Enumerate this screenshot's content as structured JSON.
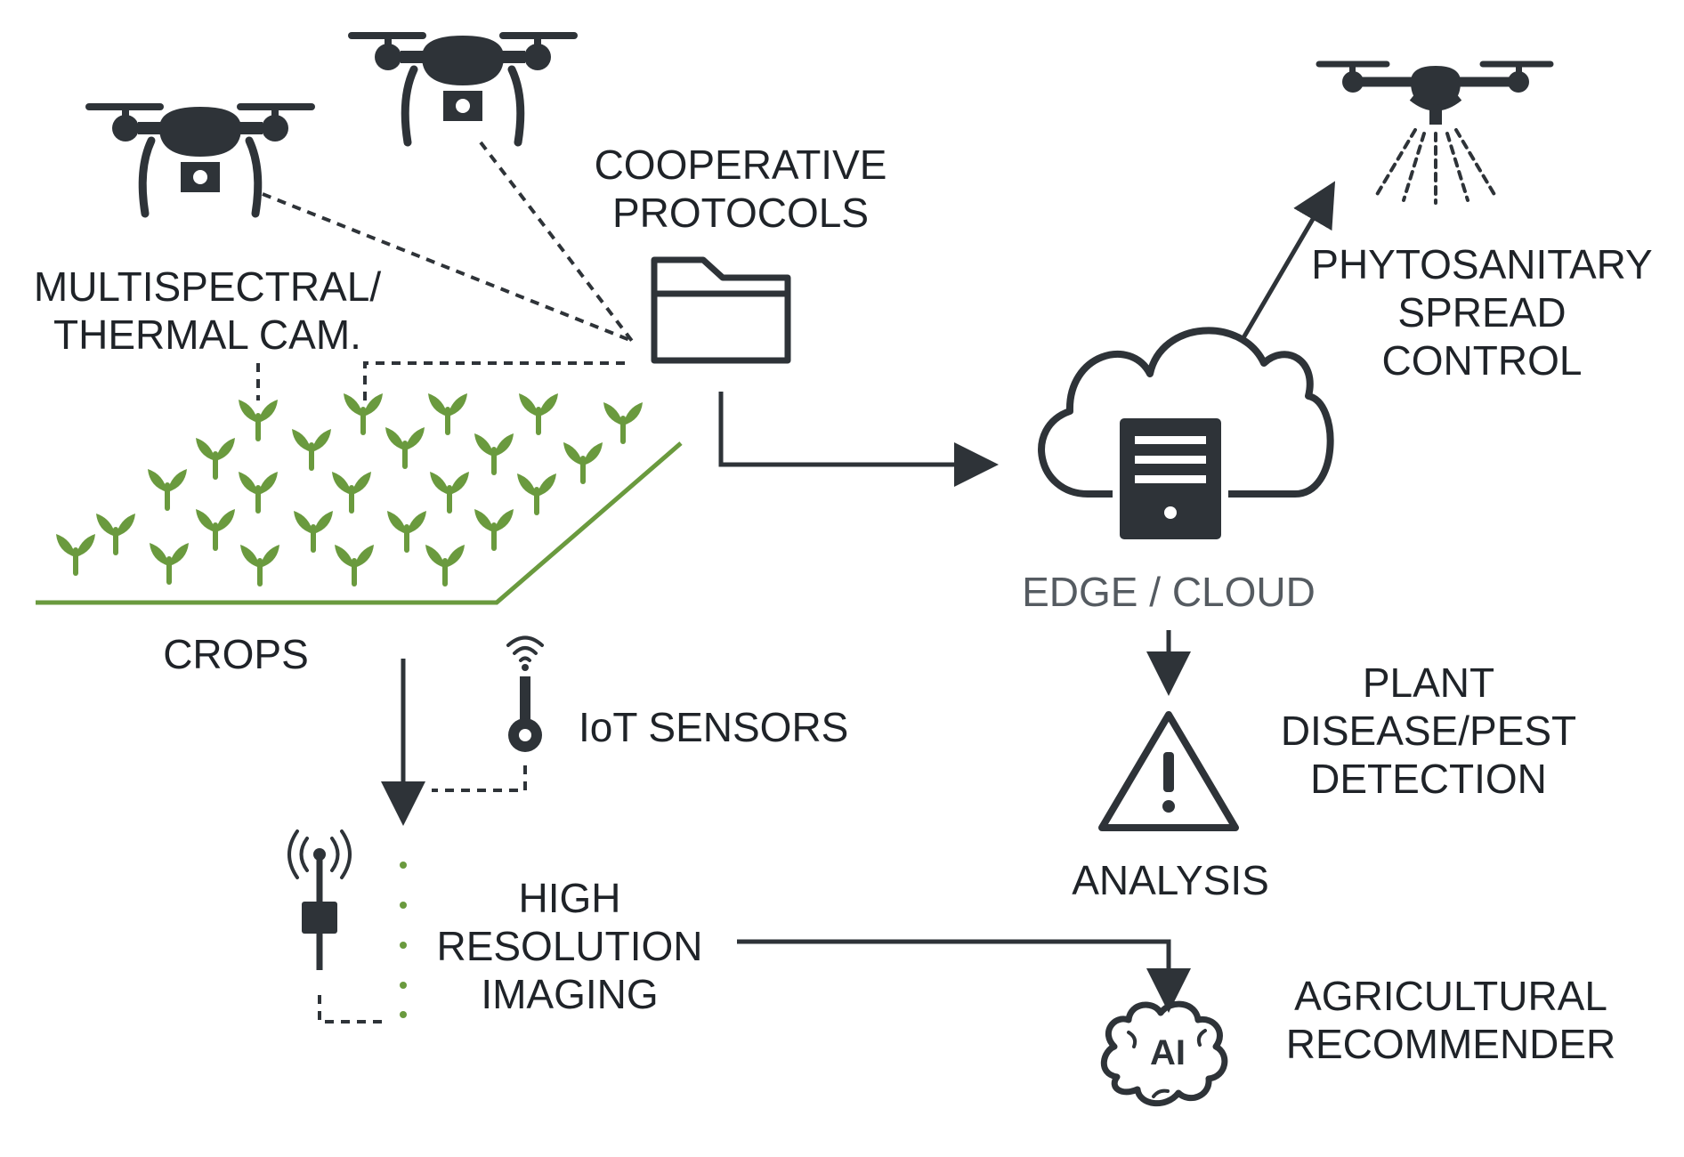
{
  "labels": {
    "cooperative_protocols": [
      "COOPERATIVE",
      "PROTOCOLS"
    ],
    "multispectral_cam": [
      "MULTISPECTRAL/",
      "THERMAL CAM."
    ],
    "crops": "CROPS",
    "iot_sensors": "IoT SENSORS",
    "high_resolution_imaging": [
      "HIGH",
      "RESOLUTION",
      "IMAGING"
    ],
    "edge_cloud": "EDGE / CLOUD",
    "phytosanitary_spread_control": [
      "PHYTOSANITARY",
      "SPREAD",
      "CONTROL"
    ],
    "plant_disease_pest_detection": [
      "PLANT",
      "DISEASE/PEST",
      "DETECTION"
    ],
    "analysis": "ANALYSIS",
    "agricultural_recommender": [
      "AGRICULTURAL",
      "RECOMMENDER"
    ],
    "ai_badge": "AI"
  },
  "icons": [
    "drone-camera-icon",
    "drone-sprayer-icon",
    "folder-icon",
    "cloud-server-icon",
    "warning-triangle-icon",
    "ai-brain-icon",
    "iot-sensor-icon",
    "antenna-tower-icon",
    "seedling-icon"
  ],
  "colors": {
    "ink": "#2e3338",
    "plant_green": "#6a9a3e",
    "text": "#1f2328"
  }
}
